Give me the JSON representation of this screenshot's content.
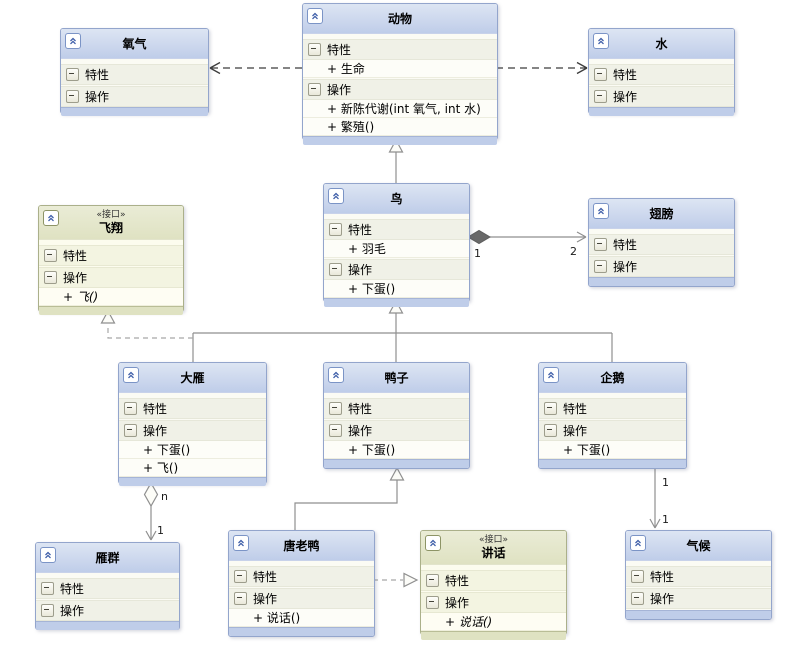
{
  "diagram_labels": {
    "attributes_section": "特性",
    "operations_section": "操作",
    "interface_stereotype": "«接口»"
  },
  "colors": {
    "class_header": "#bfcde9",
    "class_border": "#93a5cc",
    "interface_header": "#dfe2c2",
    "interface_border": "#abb08a",
    "connector_gray": "#8f8f8f",
    "dependency_dark": "#3c3c3c",
    "composition_diamond_fill": "#696969",
    "canvas_background": "#ffffff"
  },
  "classes": {
    "oxygen": {
      "title": "氧气"
    },
    "animal": {
      "title": "动物",
      "attrs": [
        "+ 生命"
      ],
      "ops": [
        "+ 新陈代谢(int 氧气, int 水)",
        "+ 繁殖()"
      ]
    },
    "water": {
      "title": "水"
    },
    "bird": {
      "title": "鸟",
      "attrs": [
        "+ 羽毛"
      ],
      "ops": [
        "+ 下蛋()"
      ]
    },
    "wings": {
      "title": "翅膀"
    },
    "fly": {
      "title": "飞翔",
      "stereotype": "«接口»",
      "ops": [
        "+ 飞()"
      ]
    },
    "goose": {
      "title": "大雁",
      "ops": [
        "+ 下蛋()",
        "+ 飞()"
      ]
    },
    "duck": {
      "title": "鸭子",
      "ops": [
        "+ 下蛋()"
      ]
    },
    "penguin": {
      "title": "企鹅",
      "ops": [
        "+ 下蛋()"
      ]
    },
    "flock": {
      "title": "雁群"
    },
    "donald": {
      "title": "唐老鸭",
      "ops": [
        "+ 说话()"
      ]
    },
    "talk": {
      "title": "讲话",
      "stereotype": "«接口»",
      "ops": [
        "+ 说话()"
      ]
    },
    "climate": {
      "title": "气候"
    }
  },
  "multiplicities": {
    "bird_wings_source": "1",
    "bird_wings_target": "2",
    "goose_flock_source": "n",
    "goose_flock_target": "1",
    "penguin_climate_source": "1",
    "penguin_climate_target": "1"
  }
}
